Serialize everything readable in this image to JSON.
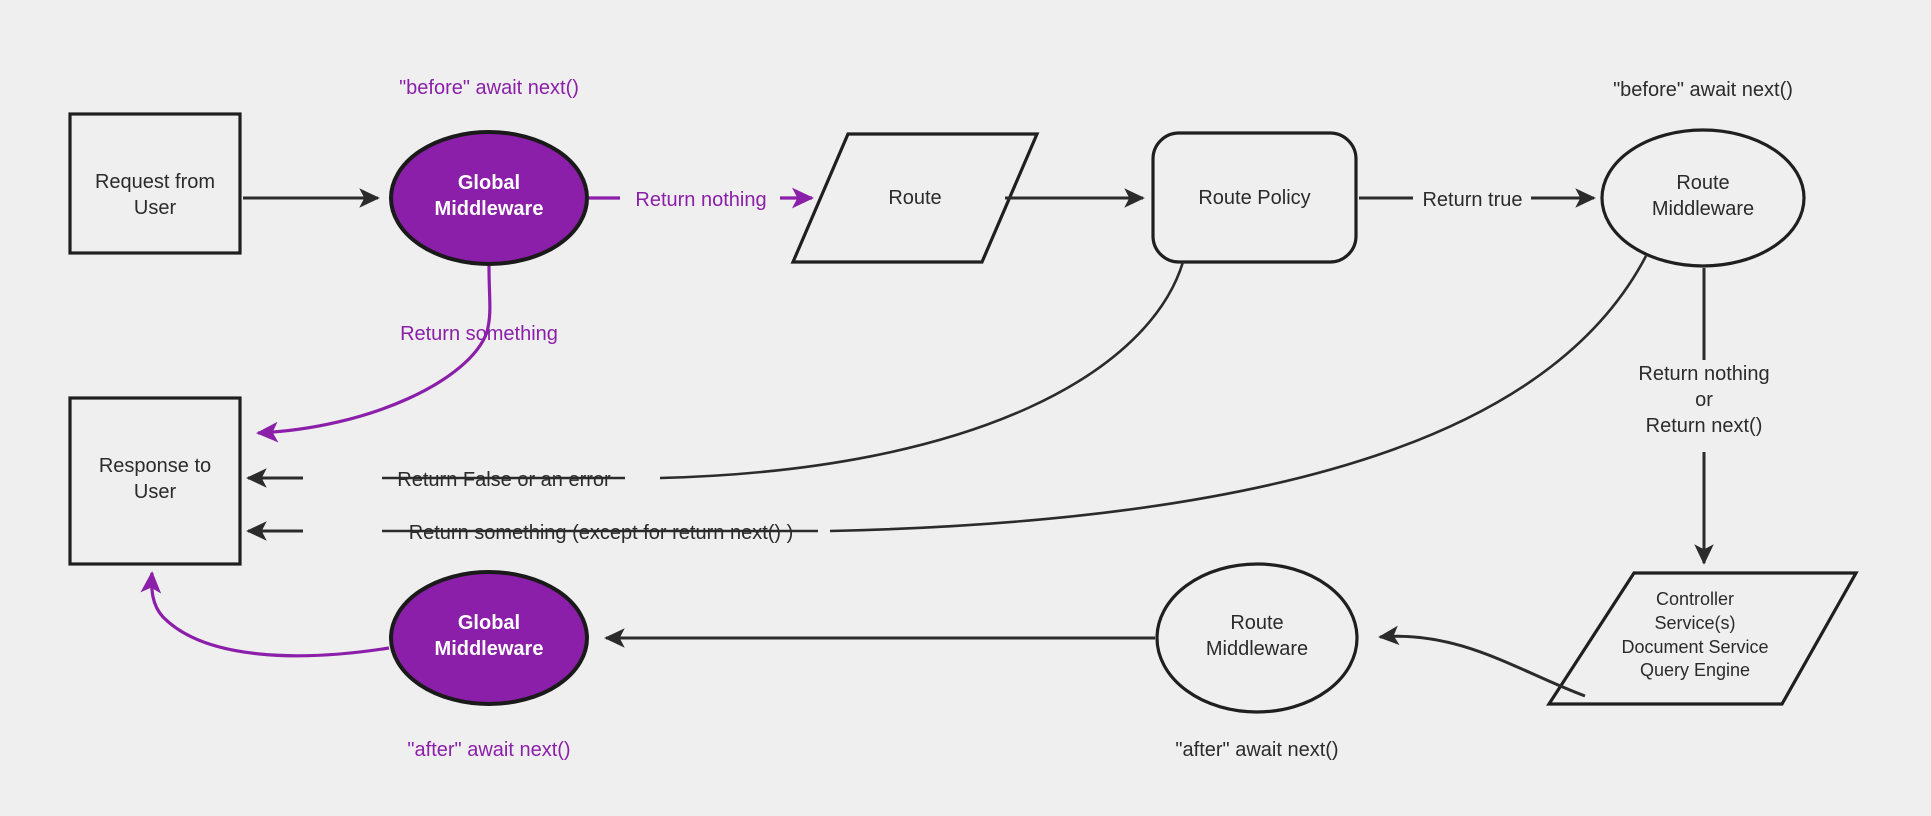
{
  "diagram": {
    "title": "Middleware Request Lifecycle Flow",
    "background_color": "#efefef",
    "accent_color": "#8B1FA9",
    "line_color": "#2b2b2b",
    "nodes": {
      "request_from_user": {
        "label": "Request from\nUser",
        "shape": "rectangle"
      },
      "global_middleware_top": {
        "label": "Global\nMiddleware",
        "shape": "ellipse",
        "fill": "#8B1FA9"
      },
      "route": {
        "label": "Route",
        "shape": "parallelogram"
      },
      "route_policy": {
        "label": "Route Policy",
        "shape": "rounded-rectangle"
      },
      "route_middleware_top": {
        "label": "Route\nMiddleware",
        "shape": "ellipse"
      },
      "controller_stack": {
        "label": "Controller\nService(s)\nDocument Service\nQuery Engine",
        "shape": "parallelogram"
      },
      "route_middleware_bottom": {
        "label": "Route\nMiddleware",
        "shape": "ellipse"
      },
      "global_middleware_bottom": {
        "label": "Global\nMiddleware",
        "shape": "ellipse",
        "fill": "#8B1FA9"
      },
      "response_to_user": {
        "label": "Response to\nUser",
        "shape": "rectangle"
      }
    },
    "annotations": {
      "before_await_next_left": {
        "text": "\"before\" await next()",
        "color": "#8B1FA9"
      },
      "before_await_next_right": {
        "text": "\"before\" await next()",
        "color": "#2b2b2b"
      },
      "after_await_next_left": {
        "text": "\"after\" await next()",
        "color": "#8B1FA9"
      },
      "after_await_next_right": {
        "text": "\"after\" await next()",
        "color": "#2b2b2b"
      }
    },
    "edge_labels": {
      "return_nothing": {
        "text": "Return nothing",
        "color": "#8B1FA9"
      },
      "return_something_purple": {
        "text": "Return something",
        "color": "#8B1FA9"
      },
      "return_true": {
        "text": "Return true",
        "color": "#2b2b2b"
      },
      "return_false_or_error": {
        "text": "Return False or an error",
        "color": "#2b2b2b"
      },
      "return_something_except": {
        "text": "Return something (except for return next() )",
        "color": "#2b2b2b"
      },
      "return_nothing_or_next": {
        "text": "Return nothing\nor\nReturn next()",
        "color": "#2b2b2b"
      }
    }
  }
}
